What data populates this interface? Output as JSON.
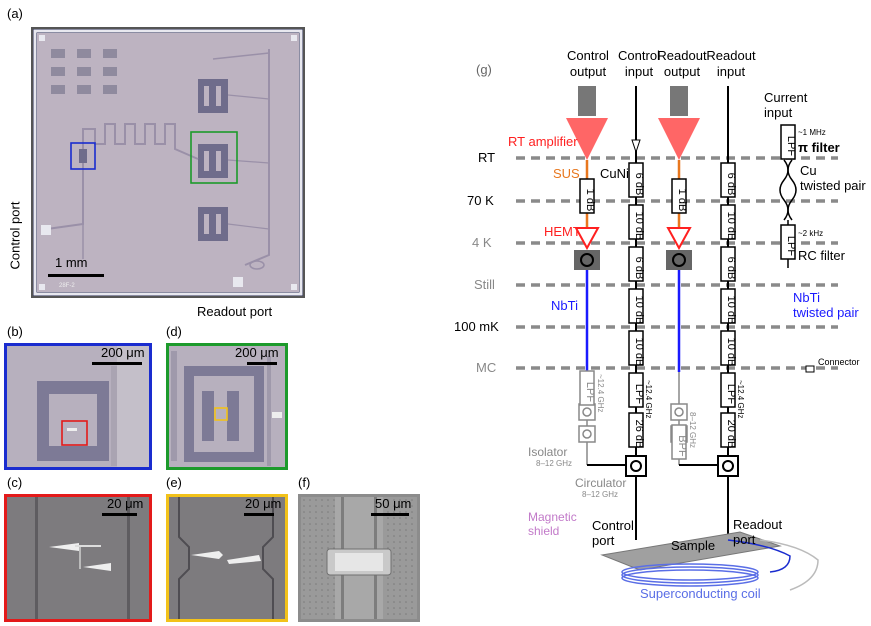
{
  "panels": {
    "a": "(a)",
    "b": "(b)",
    "c": "(c)",
    "d": "(d)",
    "e": "(e)",
    "f": "(f)",
    "g": "(g)"
  },
  "chip": {
    "control_port": "Control port",
    "readout_port": "Readout port",
    "scale_1mm": "1 mm",
    "chip_id": "28F-2"
  },
  "scales": {
    "b": "200 μm",
    "d": "200 μm",
    "c": "20 μm",
    "e": "20 μm",
    "f": "50 μm"
  },
  "wiring": {
    "columns": {
      "control_output": [
        "Control",
        "output"
      ],
      "control_input": [
        "Control",
        "input"
      ],
      "readout_output": [
        "Readout",
        "output"
      ],
      "readout_input": [
        "Readout",
        "input"
      ]
    },
    "current_input": [
      "Current",
      "input"
    ],
    "stages": [
      "RT",
      "70 K",
      "4 K",
      "Still",
      "100 mK",
      "MC"
    ],
    "labels": {
      "rt_amplifier": "RT amplifier",
      "sus": "SUS",
      "cuni": "CuNi",
      "hemt": "HEMT",
      "nbti": "NbTi",
      "nbti_twisted": [
        "NbTi",
        "twisted pair"
      ],
      "cu_twisted": [
        "Cu",
        "twisted pair"
      ],
      "pi_filter_freq": "~1 MHz",
      "pi_filter": "π filter",
      "rc_filter_freq": "~2 kHz",
      "rc_filter": "RC filter",
      "connector": "Connector",
      "isolator": "Isolator",
      "isolator_freq": "8–12 GHz",
      "circulator": "Circulator",
      "circulator_freq": "8–12 GHz",
      "magnetic_shield": [
        "Magnetic",
        "shield"
      ],
      "control_port": [
        "Control",
        "port"
      ],
      "readout_port": [
        "Readout",
        "port"
      ],
      "sample": "Sample",
      "coil": "Superconducting coil",
      "lpf": "LPF",
      "bpf": "BPF",
      "lpf_freq": "~12.4 GHz",
      "bpf_freq": "8–12 GHz"
    },
    "attenuators": {
      "control_output": [
        "1 dB"
      ],
      "control_input": [
        "6 dB",
        "10 dB",
        "6 dB",
        "10 dB",
        "10 dB",
        "LPF",
        "26 dB"
      ],
      "readout_output": [
        "1 dB"
      ],
      "readout_input": [
        "6 dB",
        "10 dB",
        "6 dB",
        "10 dB",
        "10 dB",
        "LPF",
        "20 dB"
      ]
    },
    "colors": {
      "rt_amp": "#ff3b3b",
      "sus": "#e8771e",
      "nbti": "#1a1aff",
      "stage_line": "#8a8a8a",
      "magnetic": "#c27ac9",
      "coil": "#5a6ee6",
      "blue_box": "#1a2ccf",
      "green_box": "#1c9a2b",
      "red_box": "#e31a1a",
      "yellow_box": "#f2c21a",
      "gray_box": "#8c8c8c"
    }
  }
}
